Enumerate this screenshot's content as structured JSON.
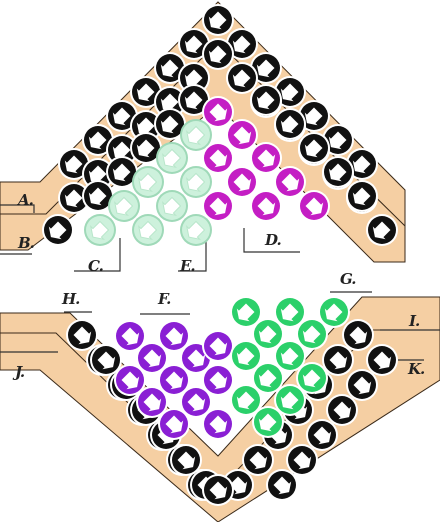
{
  "colors": {
    "chute": "#f5cfa3",
    "chute_stroke": "#3a2a1a",
    "black_token": "#111111",
    "token_ring": "#ffffff",
    "mint_token": "#cdf1dc",
    "mint_arrow": "#ffffff",
    "magenta_token": "#c41ec4",
    "purple_token": "#8a1fd4",
    "green_token": "#2bd06a",
    "label_line": "#333333"
  },
  "labels": [
    {
      "id": "A",
      "text": "A."
    },
    {
      "id": "B",
      "text": "B."
    },
    {
      "id": "C",
      "text": "C."
    },
    {
      "id": "D",
      "text": "D."
    },
    {
      "id": "E",
      "text": "E."
    },
    {
      "id": "F",
      "text": "F."
    },
    {
      "id": "G",
      "text": "G."
    },
    {
      "id": "H",
      "text": "H."
    },
    {
      "id": "I",
      "text": "I."
    },
    {
      "id": "J",
      "text": "J."
    },
    {
      "id": "K",
      "text": "K."
    }
  ],
  "groups": {
    "upper_outer": {
      "token": "black",
      "arrow": "down-left"
    },
    "upper_mint": {
      "token": "mint",
      "arrow": "down-left"
    },
    "upper_magenta": {
      "token": "magenta",
      "arrow": "down-right"
    },
    "lower_purple": {
      "token": "purple",
      "arrow": "down-right"
    },
    "lower_green": {
      "token": "green",
      "arrow": "down-left"
    },
    "lower_outer": {
      "token": "black",
      "arrow": "down-right"
    }
  }
}
